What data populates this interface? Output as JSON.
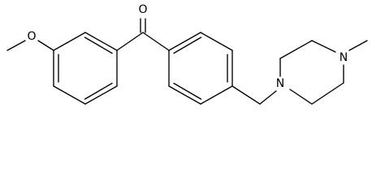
{
  "diagram": {
    "type": "chemical-structure",
    "atoms": {
      "carbonyl_oxygen": "O",
      "methoxy_oxygen": "O",
      "piperazine_n1": "N",
      "piperazine_n4": "N"
    },
    "colors": {
      "bond": "#000000",
      "label": "#000000",
      "background": "#ffffff"
    }
  }
}
